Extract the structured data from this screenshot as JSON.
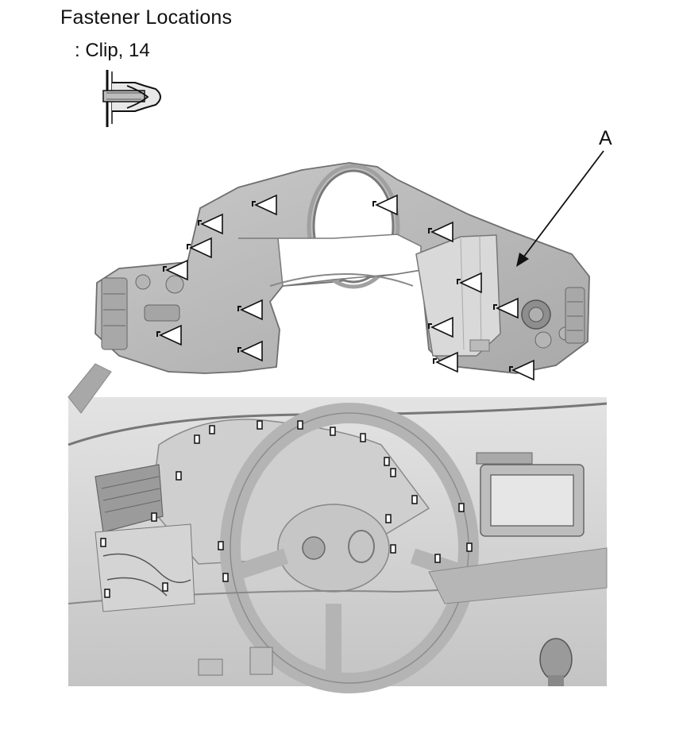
{
  "header": {
    "title": "Fastener Locations",
    "legend": ": Clip, 14"
  },
  "callout": {
    "label": "A"
  },
  "colors": {
    "panel": "#bdbdbd",
    "panel_dark": "#9a9a9a",
    "dash": "#d2d2d2",
    "line": "#222222",
    "marker_fill": "#ffffff"
  },
  "icons": [
    "clip-icon",
    "clip-marker-icon",
    "arrow-icon"
  ]
}
